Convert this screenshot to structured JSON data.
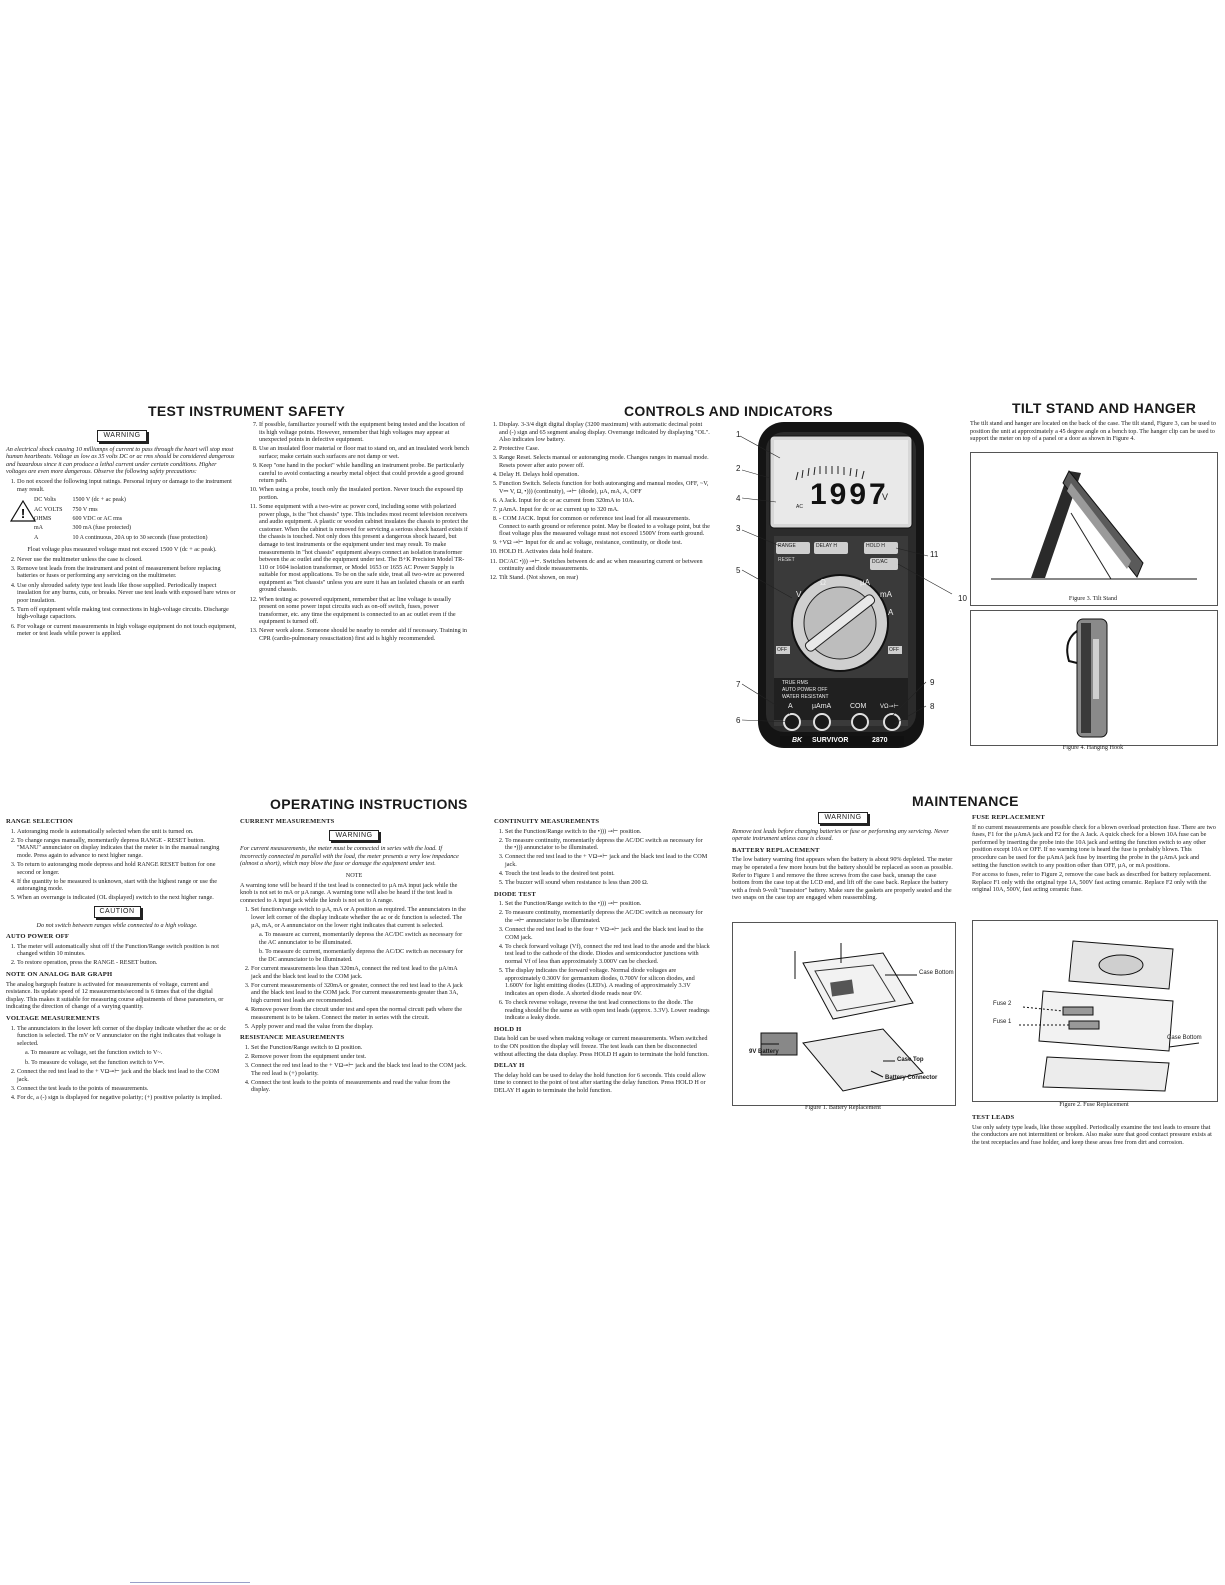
{
  "titles": {
    "safety": "TEST INSTRUMENT SAFETY",
    "controls": "CONTROLS AND INDICATORS",
    "tilt": "TILT STAND AND HANGER",
    "operating": "OPERATING INSTRUCTIONS",
    "maintenance": "MAINTENANCE"
  },
  "safety": {
    "warning": "WARNING",
    "intro": "An electrical shock causing 10 milliamps of current to pass through the heart will stop most human heartbeats. Voltage as low as 35 volts DC or ac rms should be considered dangerous and hazardous since it can produce a lethal current under certain conditions. Higher voltages are even more dangerous. Observe the following safety precautions:",
    "item1": "Do not exceed the following input ratings. Personal injury or damage to the instrument may result.",
    "ratings": [
      [
        "DC Volts",
        "1500 V (dc + ac peak)"
      ],
      [
        "AC VOLTS",
        "750 V rms"
      ],
      [
        "OHMS",
        "600 VDC or AC rms"
      ],
      [
        "mA",
        "300 mA (fuse protected)"
      ],
      [
        "A",
        "10 A continuous, 20A up to 30 seconds (fuse protection)"
      ]
    ],
    "float": "Float voltage plus measured voltage must not exceed 1500 V (dc + ac peak).",
    "item2": "Never use the multimeter unless the case is closed.",
    "item3": "Remove test leads from the instrument and point of measurement before replacing batteries or fuses or performing any servicing on the multimeter.",
    "item4": "Use only shrouded safety type test leads like those supplied. Periodically inspect insulation for any burns, cuts, or breaks. Never use test leads with exposed bare wires or poor insulation.",
    "item5": "Turn off equipment while making test connections in high-voltage circuits. Discharge high-voltage capacitors.",
    "item6": "For voltage or current measurements in high voltage equipment do not touch equipment, meter or test leads while power is applied.",
    "item7": "If possible, familiarize yourself with the equipment being tested and the location of its high voltage points. However, remember that high voltages may appear at unexpected points in defective equipment.",
    "item8": "Use an insulated floor material or floor mat to stand on, and an insulated work bench surface; make certain such surfaces are not damp or wet.",
    "item9": "Keep \"one hand in the pocket\" while handling an instrument probe. Be particularly careful to avoid contacting a nearby metal object that could provide a good ground return path.",
    "item10": "When using a probe, touch only the insulated portion. Never touch the exposed tip portion.",
    "item11": "Some equipment with a two-wire ac power cord, including some with polarized power plugs, is the \"hot chassis\" type. This includes most recent television receivers and audio equipment. A plastic or wooden cabinet insulates the chassis to protect the customer. When the cabinet is removed for servicing a serious shock hazard exists if the chassis is touched. Not only does this present a dangerous shock hazard, but damage to test instruments or the equipment under test may result. To make measurements in \"hot chassis\" equipment always connect an isolation transformer between the ac outlet and the equipment under test. The B+K Precision Model TR-110 or 1604 isolation transformer, or Model 1653 or 1655 AC Power Supply is suitable for most applications. To be on the safe side, treat all two-wire ac powered equipment as \"hot chassis\" unless you are sure it has an isolated chassis or an earth ground chassis.",
    "item12": "When testing ac powered equipment, remember that ac line voltage is usually present on some power input circuits such as on-off switch, fuses, power transformer, etc. any time the equipment is connected to an ac outlet even if the equipment is turned off.",
    "item13": "Never work alone. Someone should be nearby to render aid if necessary. Training in CPR (cardio-pulmonary resuscitation) first aid is highly recommended."
  },
  "controls": {
    "items": [
      "Display. 3-3/4 digit digital display (3200 maximum) with automatic decimal point and (-) sign and 65 segment analog display. Overrange indicated by displaying \"OL\". Also indicates low battery.",
      "Protective Case.",
      "Range Reset. Selects manual or autoranging mode. Changes ranges in manual mode. Resets power after auto power off.",
      "Delay H. Delays hold operation.",
      "Function Switch. Selects function for both autoranging and manual modes, OFF, ~V, V⎓ V, Ω, •))) (continuity), ⊸⊢ (diode), µA, mA, A, OFF",
      "A Jack. Input for dc or ac current from 320mA to 10A.",
      "µAmA. Input for dc or ac current up to 320 mA.",
      "- COM JACK. Input for common or reference test lead for all measurements. Connect to earth ground or reference point. May be floated to a voltage point, but the float voltage plus the measured voltage must not exceed 1500V from earth ground.",
      "+VΩ ⊸⊢ Input for dc and ac voltage, resistance, continuity, or diode test.",
      "HOLD H. Activates data hold feature.",
      "DC/AC •))) ⊸⊢. Switches between dc and ac when measuring current or between continuity and diode measurements.",
      "Tilt Stand. (Not shown, on rear)"
    ],
    "callouts": [
      "1",
      "2",
      "4",
      "3",
      "5",
      "7",
      "6",
      "11",
      "10",
      "9",
      "8"
    ],
    "meter": {
      "display": "1997",
      "unit": "V",
      "ac": "AC",
      "range": "RANGE",
      "reset": "RESET",
      "delay": "DELAY H",
      "hold": "HOLD H",
      "dcac": "DC/AC",
      "off": "OFF",
      "v": "V",
      "ohm": "Ω",
      "ua": "µA",
      "ma": "mA",
      "a": "A",
      "true_rms": "TRUE RMS",
      "auto_off": "AUTO POWER OFF",
      "water": "WATER RESISTANT",
      "jack_a": "A",
      "jack_uama": "µAmA",
      "jack_com": "COM",
      "jack_v": "VΩ⊸⊢",
      "brand": "BK",
      "model_name": "SURVIVOR",
      "model_num": "2870"
    }
  },
  "tilt": {
    "text": "The tilt stand and hanger are located on the back of the case. The tilt stand, Figure 3, can be used to position the unit at approximately a 45 degree angle on a bench top. The hanger clip can be used to support the meter on top of a panel or a door as shown in Figure 4.",
    "fig3": "Figure 3.   Tilt Stand",
    "fig4": "Figure 4.   Hanging Hook"
  },
  "range": {
    "h_range": "RANGE SELECTION",
    "r1": "Autoranging mode is automatically selected when the unit is turned on.",
    "r2": "To change ranges manually, momentarily depress RANGE - RESET button. \"MANU\" annunciator on display indicates that the meter is in the manual ranging mode. Press again to advance to next higher range.",
    "r3": "To return to autoranging mode depress and hold RANGE RESET button for one second or longer.",
    "r4": "If the quantity to be measured is unknown, start with the highest range or use the autoranging mode.",
    "r5": "When an overrange is indicated (OL displayed) switch to the next higher range.",
    "caution": "CAUTION",
    "caution_text": "Do not switch between ranges while connected to a high voltage.",
    "h_auto": "AUTO POWER OFF",
    "a1": "The meter will automatically shut off if the Function/Range switch position is not changed within 10 minutes.",
    "a2": "To restore operation, press the RANGE - RESET button.",
    "h_bar": "NOTE ON ANALOG BAR GRAPH",
    "bar": "The analog bargraph feature is activated for measurements of voltage, current and resistance. Its update speed of 12 measurements/second is 6 times that of the digital display. This makes it suitable for measuring course adjustments of these parameters, or indicating the direction of change of a varying quantity.",
    "h_volt": "VOLTAGE MEASUREMENTS",
    "v1": "The annunciators in the lower left corner of the display indicate whether the ac or dc function is selected. The mV or V annunciator on the right indicates that voltage is selected.",
    "va": "a.   To measure ac voltage, set the function switch to V~.",
    "vb": "b.   To measure dc voltage, set the function switch to V⎓.",
    "v2": "Connect the red test lead to the + VΩ⊸⊢ jack and the black test lead to the COM jack.",
    "v3": "Connect the test leads to the points of measurements.",
    "v4": "For dc, a (-) sign is displayed for negative polarity; (+) positive polarity is implied."
  },
  "current": {
    "h_current": "CURRENT MEASUREMENTS",
    "warning": "WARNING",
    "warn_text": "For current measurements, the meter must be connected in series with the load. If incorrectly connected in parallel with the load, the meter presents a very low impedance (almost a short), which may blow the fuse or damage the equipment under test.",
    "note": "NOTE",
    "note_text": "A warning tone will be heard if the test lead is connected to µA mA input jack while the knob is not set to mA or µA range. A warning tone will also be heard if the test lead is connected to A input jack while the knob is not set to A range.",
    "c1": "Set function/range switch to µA, mA or A position as required. The annunciators in the lower left corner of the display indicate whether the ac or dc function is selected. The µA, mA, or A annunciator on the lower right indicates that current is selected.",
    "ca": "a.   To measure ac current, momentarily depress the AC/DC switch as necessary for the AC annunciator to be illuminated.",
    "cb": "b.   To measure dc current, momentarily depress the AC/DC switch as necessary for the DC annunciator to be illuminated.",
    "c2": "For current measurements less than 320mA, connect the red test lead to the µA/mA jack and the black test lead to the COM jack.",
    "c3": "For current measurements of 320mA or greater, connect the red test lead to the A jack and the black test lead to the COM jack. For current measurements greater than 3A, high current test leads are recommended.",
    "c4": "Remove power from the circuit under test and open the normal circuit path where the measurement is to be taken. Connect the meter in series with the circuit.",
    "c5": "Apply power and read the value from the display.",
    "h_res": "RESISTANCE MEASUREMENTS",
    "rs1": "Set the Function/Range switch to Ω position.",
    "rs2": "Remove power from the equipment under test.",
    "rs3": "Connect the red test lead to the + VΩ⊸⊢ jack and the black test lead to the COM jack. The red lead is (+) polarity.",
    "rs4": "Connect the test leads to the points of measurements and read the value from the display."
  },
  "continuity": {
    "h_cont": "CONTINUITY MEASUREMENTS",
    "k1": "Set the Function/Range switch to the •))) ⊸⊢ position.",
    "k2": "To measure continuity, momentarily depress the AC/DC switch as necessary for the •))) annunciator to be illuminated.",
    "k3": "Connect the red test lead to the + VΩ⊸⊢ jack and the black test lead to the COM jack.",
    "k4": "Touch the test leads to the desired test point.",
    "k5": "The buzzer will sound when resistance is less than 200 Ω.",
    "h_diode": "DIODE TEST",
    "d1": "Set the Function/Range switch to the •))) ⊸⊢ position.",
    "d2": "To measure continuity, momentarily depress the AC/DC switch as necessary for the ⊸⊢ annunciator to be illuminated.",
    "d3": "Connect the red test lead to the four + VΩ⊸⊢ jack and the black test lead to the COM jack.",
    "d4": "To check forward voltage (Vf), connect the red test lead to the anode and the black test lead to the cathode of the diode. Diodes and semiconductor junctions with normal Vf of less than approximately 3.000V can be checked.",
    "d5": "The display indicates the forward voltage. Normal diode voltages are approximately 0.300V for germanium diodes, 0.700V for silicon diodes, and 1.600V for light emitting diodes (LED's). A reading of approximately 3.3V indicates an open diode. A shorted diode reads near 0V.",
    "d6": "To check reverse voltage, reverse the test lead connections to the diode. The reading should be the same as with open test leads (approx. 3.3V). Lower readings indicate a leaky diode.",
    "h_hold": "HOLD H",
    "hold": "Data hold can be used when making voltage or current measurements. When switched to the ON position the display will freeze. The test leads can then be disconnected without affecting the data display. Press HOLD H again to terminate the hold function.",
    "h_delay": "DELAY H",
    "delay": "The delay hold can be used to delay the hold function for 6 seconds. This could allow time to connect to the point of test after starting the delay function. Press HOLD H or DELAY H again to terminate the hold function."
  },
  "maint": {
    "warning": "WARNING",
    "warn_text": "Remove test leads before changing batteries or fuse or performing any servicing. Never operate instrument unless case is closed.",
    "h_batt": "BATTERY REPLACEMENT",
    "batt": "The low battery warning first appears when the battery is about 90% depleted. The meter may be operated a few more hours but the battery should be replaced as soon as possible. Refer to Figure 1 and remove the three screws from the case back, unsnap the case bottom from the case top at the LCD end, and lift off the case back. Replace the battery with a fresh 9-volt \"transistor\" battery. Make sure the gaskets are properly seated and the two snaps on the case top are engaged when reassembling.",
    "fig1_case_bottom": "Case Bottom",
    "fig1_9v": "9V Battery",
    "fig1_case_top": "Case Top",
    "fig1_connector": "Battery Connector",
    "fig1": "Figure 1.   Battery Replacement",
    "h_fuse": "FUSE REPLACEMENT",
    "fuse1": "If no current measurements are possible check for a blown overload protection fuse. There are two fuses, F1 for the µAmA jack and F2 for the A Jack. A quick check for a blown 10A fuse can be performed by inserting the probe into the 10A jack and setting the function switch to any other position except 10A or OFF. If no warning tone is heard the fuse is probably blown. This procedure can be used for the µAmA jack fuse by inserting the probe in the µAmA jack and setting the function switch to any position other than OFF, µA, or mA positions.",
    "fuse2": "For access to fuses, refer to Figure 2, remove the case back as described for battery replacement. Replace F1 only with the original type 1A, 500V fast acting ceramic. Replace F2 only with the original 10A, 500V, fast acting ceramic fuse.",
    "fig2_fuse2": "Fuse 2",
    "fig2_fuse1": "Fuse 1",
    "fig2_case_bottom": "Case Bottom",
    "fig2": "Figure 2.   Fuse Replacement",
    "h_leads": "TEST LEADS",
    "leads": "Use only safety type leads, like those supplied. Periodically examine the test leads to ensure that the conductors are not intermittent or broken. Also make sure that good contact pressure exists at the test receptacles and fuse holder, and keep these areas free from dirt and corrosion."
  }
}
